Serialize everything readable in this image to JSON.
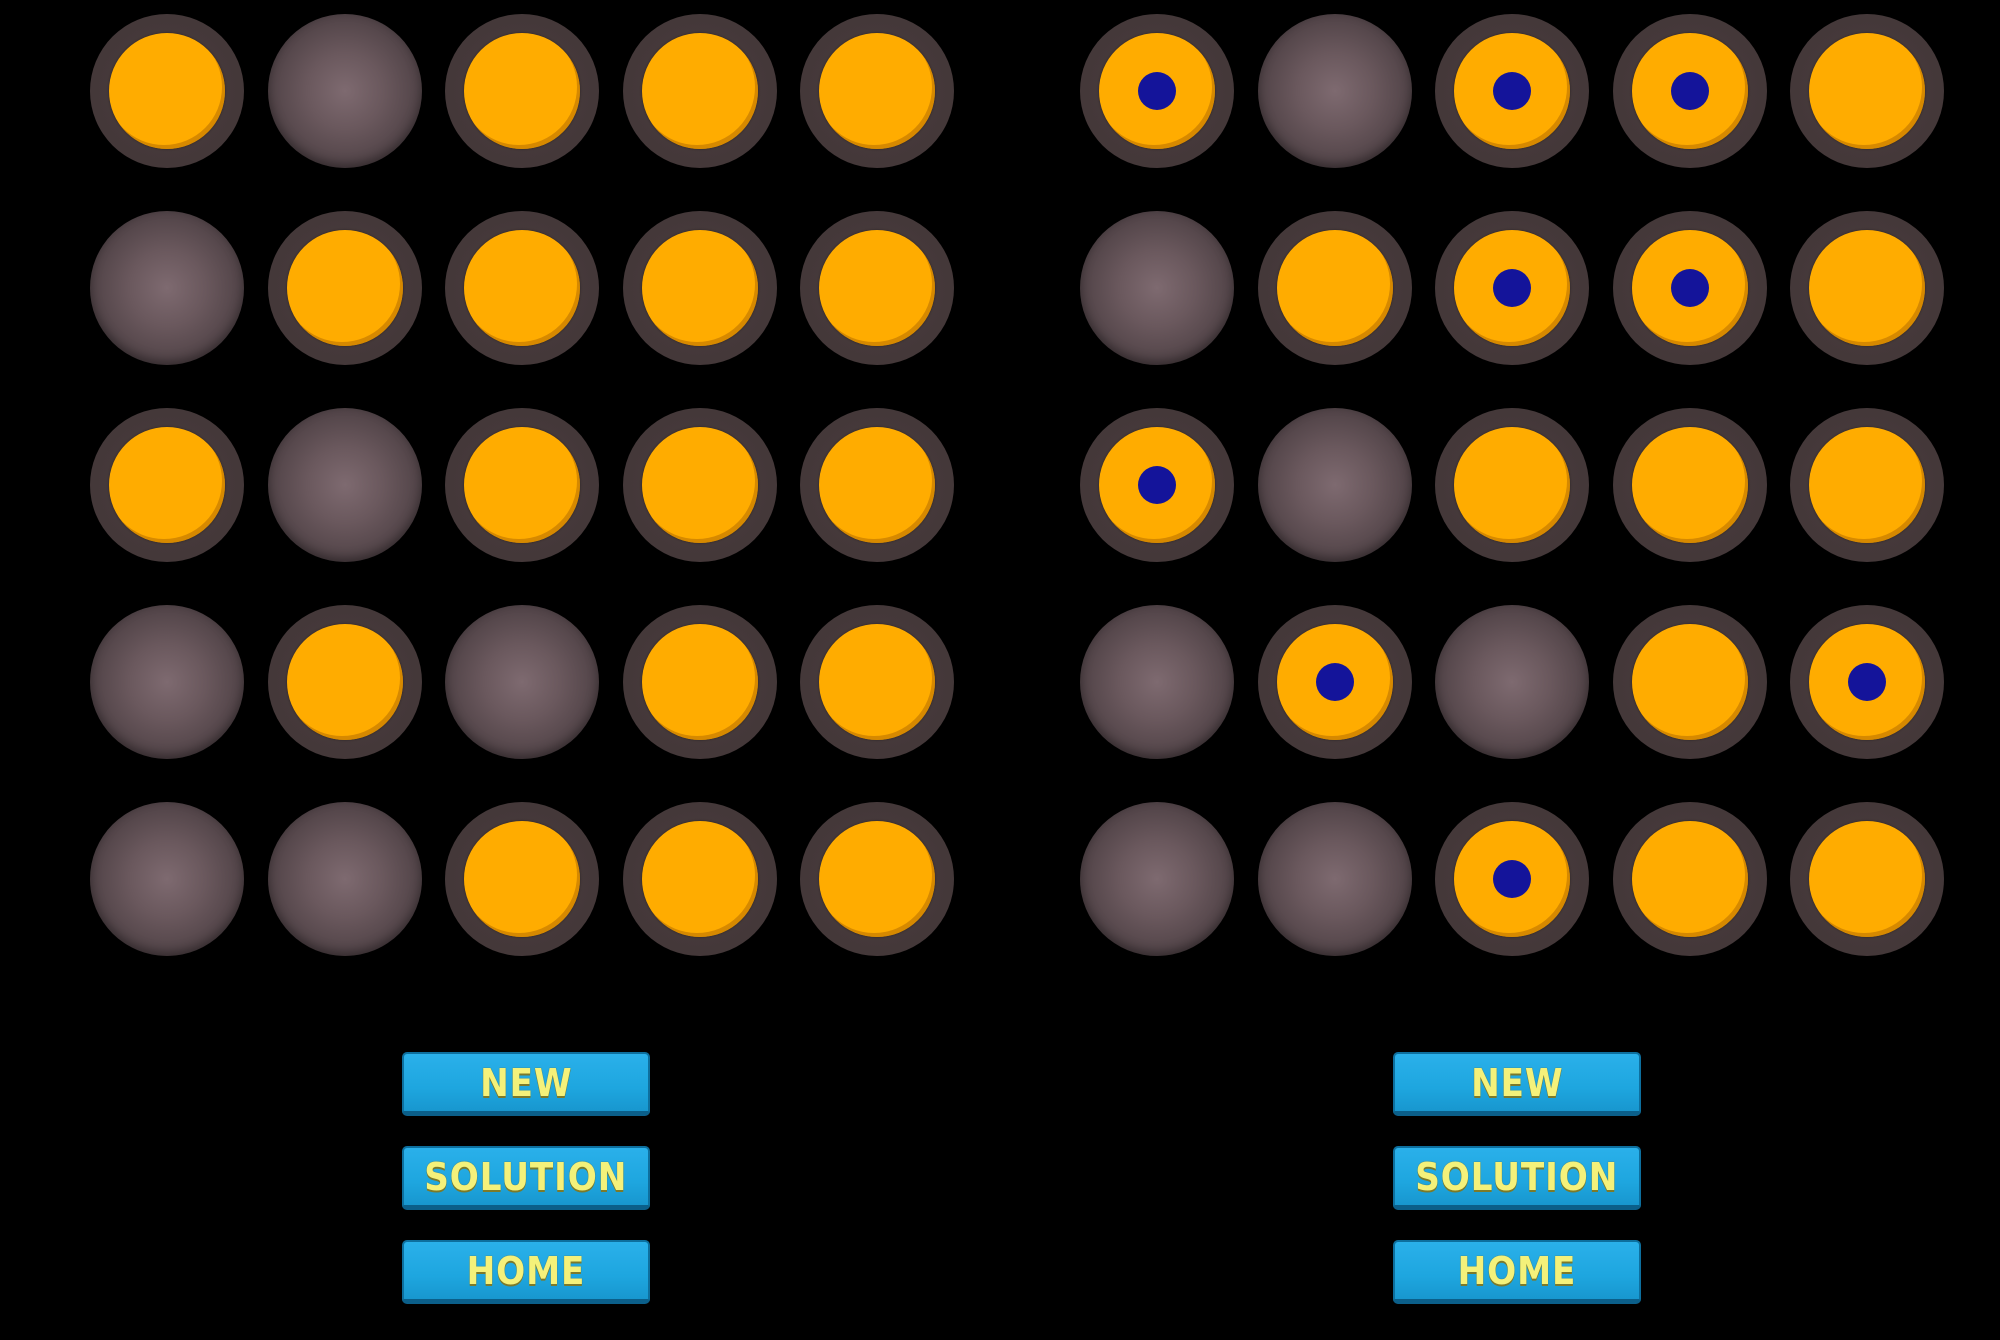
{
  "colors": {
    "background": "#000000",
    "lamp_on": "#ffac00",
    "lamp_off": "#6a585d",
    "hint_dot": "#14149a",
    "button": "#1ea6df",
    "button_text": "#f4f17a"
  },
  "boards": [
    {
      "name": "board-left",
      "state": [
        [
          1,
          0,
          1,
          1,
          1
        ],
        [
          0,
          1,
          1,
          1,
          1
        ],
        [
          1,
          0,
          1,
          1,
          1
        ],
        [
          0,
          1,
          0,
          1,
          1
        ],
        [
          0,
          0,
          1,
          1,
          1
        ]
      ],
      "hints": [
        [
          0,
          0,
          0,
          0,
          0
        ],
        [
          0,
          0,
          0,
          0,
          0
        ],
        [
          0,
          0,
          0,
          0,
          0
        ],
        [
          0,
          0,
          0,
          0,
          0
        ],
        [
          0,
          0,
          0,
          0,
          0
        ]
      ]
    },
    {
      "name": "board-right",
      "state": [
        [
          1,
          0,
          1,
          1,
          1
        ],
        [
          0,
          1,
          1,
          1,
          1
        ],
        [
          1,
          0,
          1,
          1,
          1
        ],
        [
          0,
          1,
          0,
          1,
          1
        ],
        [
          0,
          0,
          1,
          1,
          1
        ]
      ],
      "hints": [
        [
          1,
          0,
          1,
          1,
          0
        ],
        [
          0,
          0,
          1,
          1,
          0
        ],
        [
          1,
          0,
          0,
          0,
          0
        ],
        [
          0,
          1,
          0,
          0,
          1
        ],
        [
          0,
          0,
          1,
          0,
          0
        ]
      ]
    }
  ],
  "controls_left": {
    "new_label": "NEW",
    "solution_label": "SOLUTION",
    "home_label": "HOME"
  },
  "controls_right": {
    "new_label": "NEW",
    "solution_label": "SOLUTION",
    "home_label": "HOME"
  }
}
